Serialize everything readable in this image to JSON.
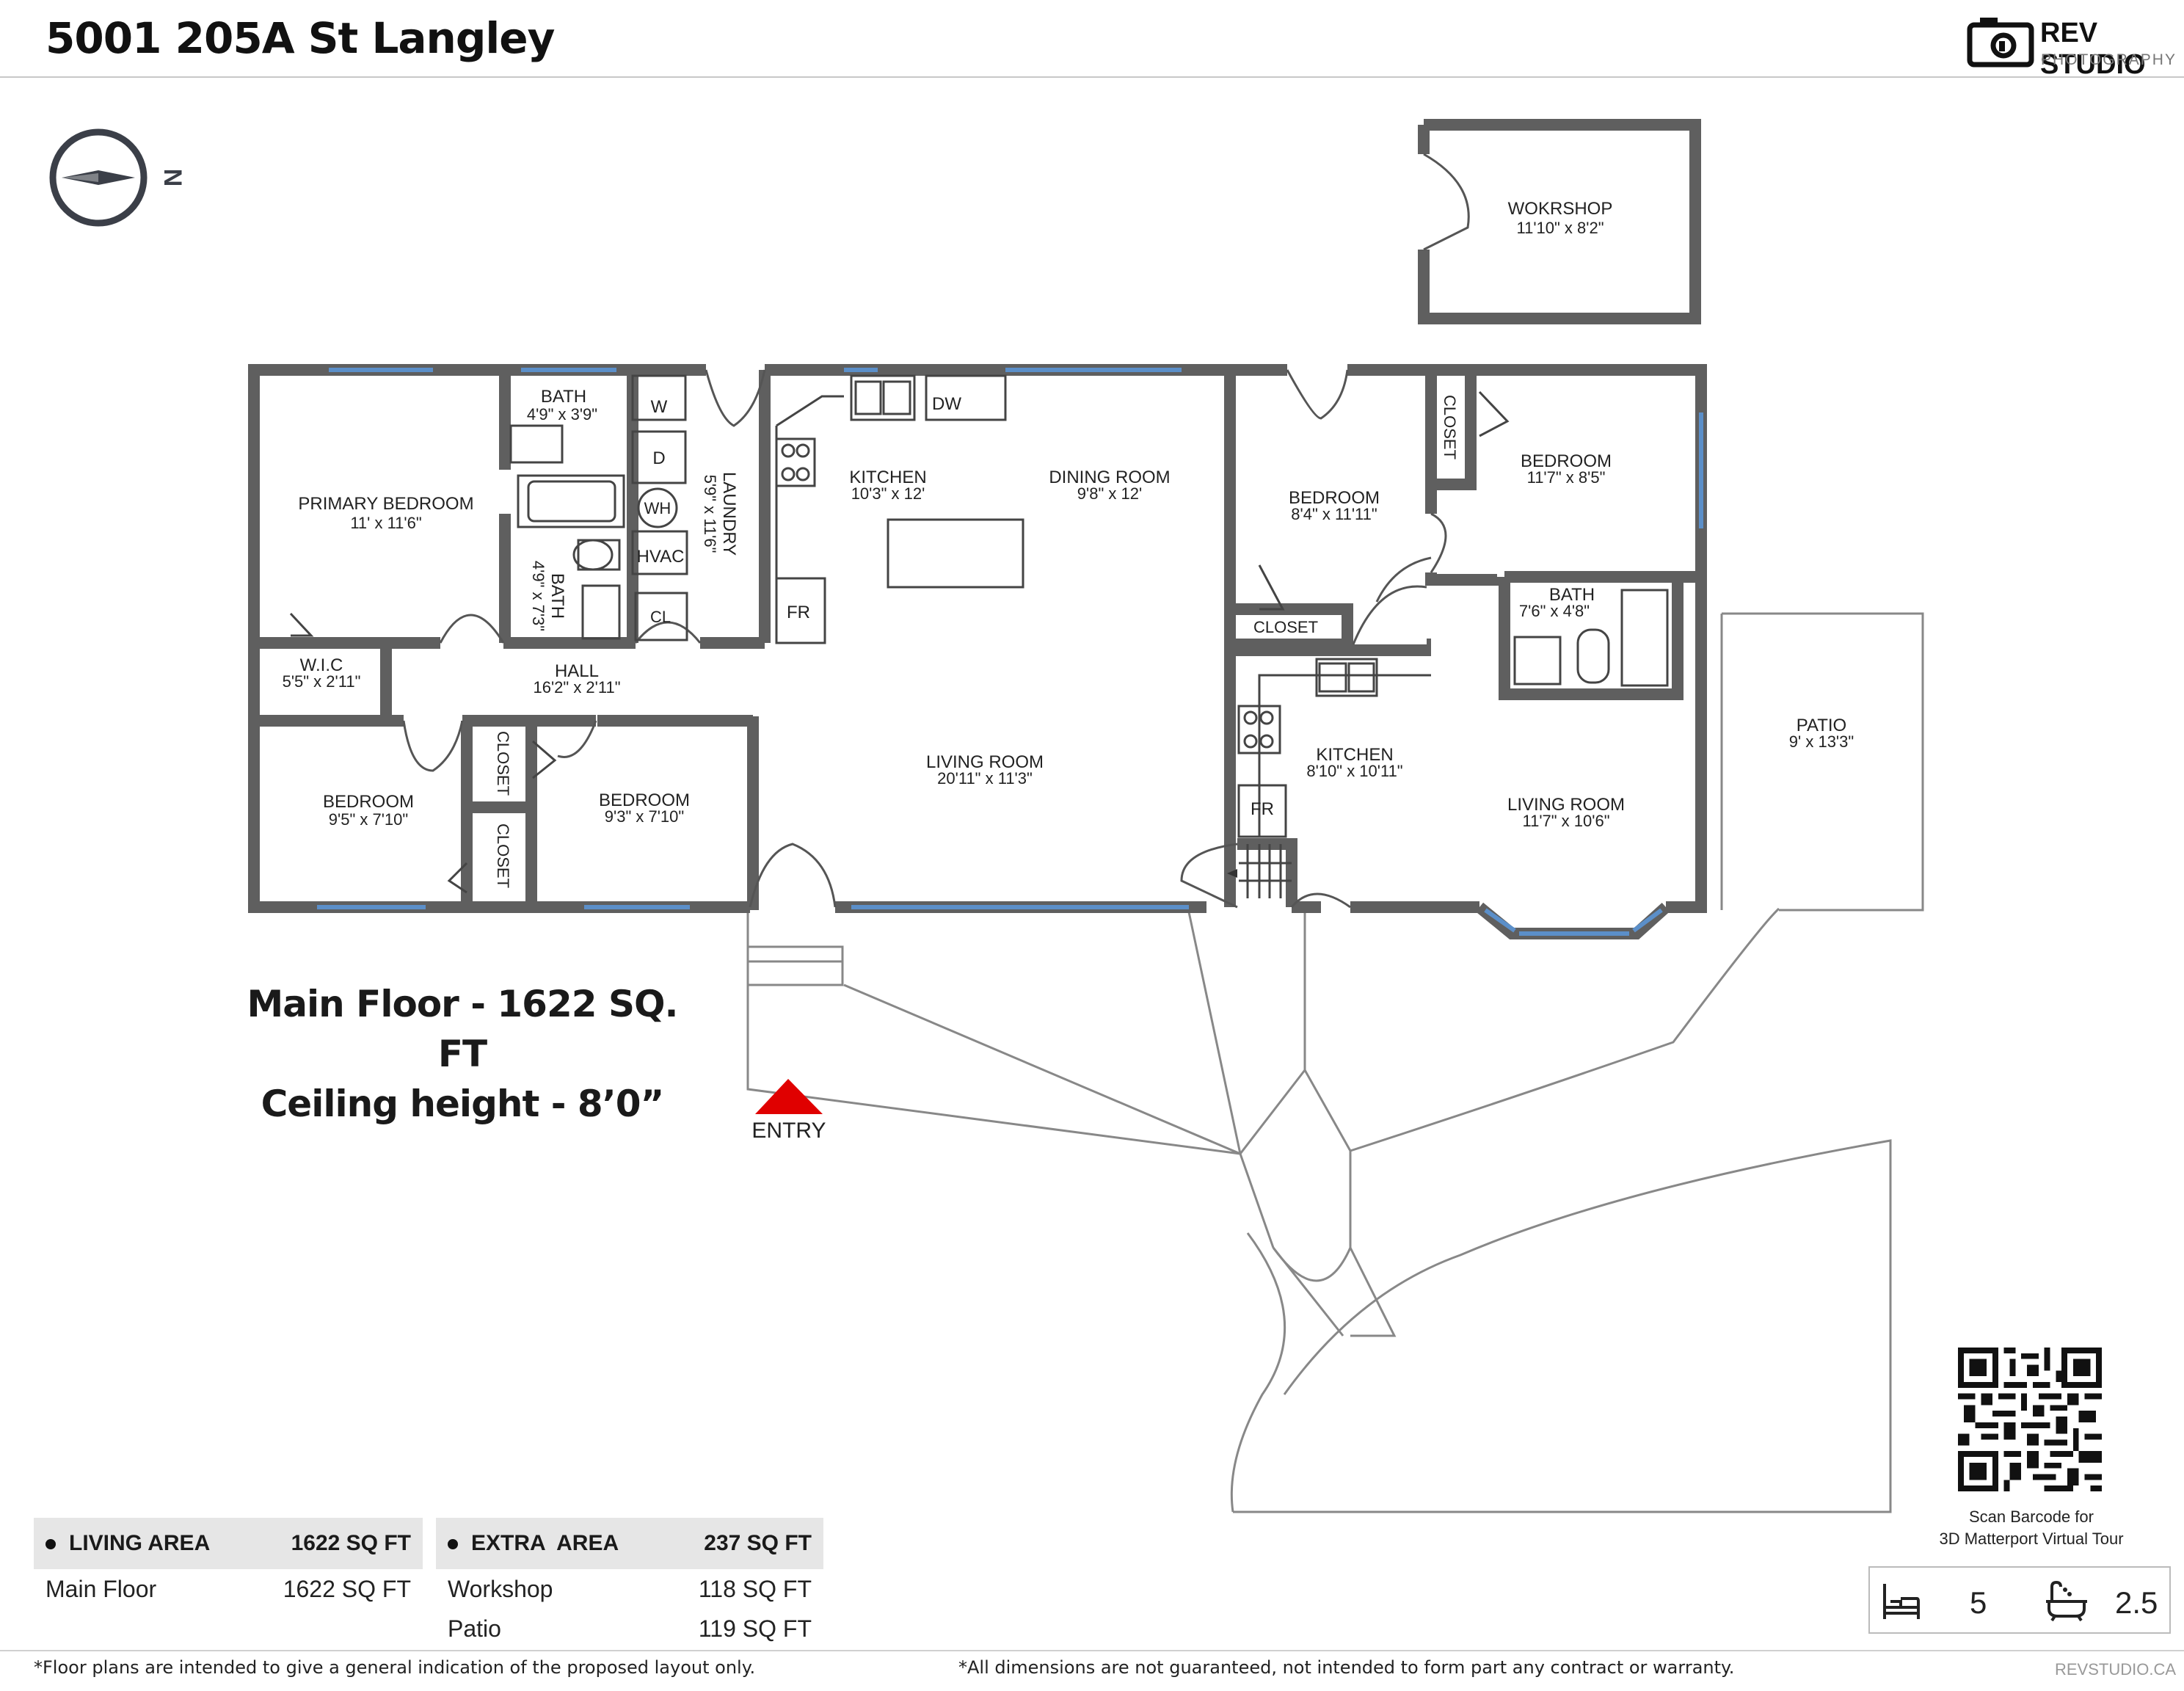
{
  "header": {
    "title": "5001 205A St Langley",
    "brand_name": "REV STUDIO",
    "brand_sub": "PHOTOGRAPHY",
    "compass_letter": "N"
  },
  "rooms": {
    "workshop": {
      "name": "WOKRSHOP",
      "dim": "11'10\" x 8'2\""
    },
    "bath1": {
      "name": "BATH",
      "dim": "4'9\" x 3'9\""
    },
    "primary": {
      "name": "PRIMARY BEDROOM",
      "dim": "11' x 11'6\""
    },
    "bath2": {
      "name": "BATH",
      "dim": "4'9\" x 7'3\""
    },
    "washer": "W",
    "dryer": "D",
    "water_heater": "WH",
    "hvac": "HVAC",
    "cl": "CL",
    "laundry": {
      "name": "LAUNDRY",
      "dim": "5'9\" x 11'6\""
    },
    "kitchen1": {
      "name": "KITCHEN",
      "dim": "10'3\" x 12'"
    },
    "dw": "DW",
    "dining": {
      "name": "DINING ROOM",
      "dim": "9'8\" x 12'"
    },
    "fr1": "FR",
    "wic": {
      "name": "W.I.C",
      "dim": "5'5\" x 2'11\""
    },
    "hall": {
      "name": "HALL",
      "dim": "16'2\" x 2'11\""
    },
    "living1": {
      "name": "LIVING ROOM",
      "dim": "20'11\" x 11'3\""
    },
    "bedroom_sw": {
      "name": "BEDROOM",
      "dim": "9'5\" x 7'10\""
    },
    "closet_a": "CLOSET",
    "closet_b": "CLOSET",
    "bedroom_s": {
      "name": "BEDROOM",
      "dim": "9'3\" x 7'10\""
    },
    "bedroom_c": {
      "name": "BEDROOM",
      "dim": "8'4\" x 11'11\""
    },
    "closet_c": "CLOSET",
    "closet_d": "CLOSET",
    "bedroom_e": {
      "name": "BEDROOM",
      "dim": "11'7\" x 8'5\""
    },
    "bath3": {
      "name": "BATH",
      "dim": "7'6\" x 4'8\""
    },
    "kitchen2": {
      "name": "KITCHEN",
      "dim": "8'10\" x 10'11\""
    },
    "fr2": "FR",
    "living2": {
      "name": "LIVING ROOM",
      "dim": "11'7\" x 10'6\""
    },
    "patio": {
      "name": "PATIO",
      "dim": "9' x 13'3\""
    }
  },
  "floor_info": {
    "line1": "Main Floor - 1622 SQ. FT",
    "line2": "Ceiling height - 8’0”",
    "entry": "ENTRY"
  },
  "living_area": {
    "header_label": "LIVING AREA",
    "header_value": "1622 SQ FT",
    "rows": [
      {
        "label": "Main Floor",
        "value": "1622 SQ FT"
      }
    ]
  },
  "extra_area": {
    "header_label": "EXTRA  AREA",
    "header_value": "237 SQ FT",
    "rows": [
      {
        "label": "Workshop",
        "value": "118 SQ FT"
      },
      {
        "label": "Patio",
        "value": "119 SQ FT"
      }
    ]
  },
  "qr": {
    "caption_line1": "Scan Barcode for",
    "caption_line2": "3D Matterport Virtual Tour"
  },
  "stats": {
    "bedrooms": "5",
    "bathrooms": "2.5"
  },
  "footer": {
    "left": "*Floor plans are intended to give a general indication of the proposed layout only.",
    "right": "*All dimensions are not guaranteed, not intended to form part any contract or warranty.",
    "url": "REVSTUDIO.CA"
  },
  "colors": {
    "wall": "#5f5f5f",
    "window": "#5b8fc9",
    "entry_arrow": "#e00000"
  }
}
